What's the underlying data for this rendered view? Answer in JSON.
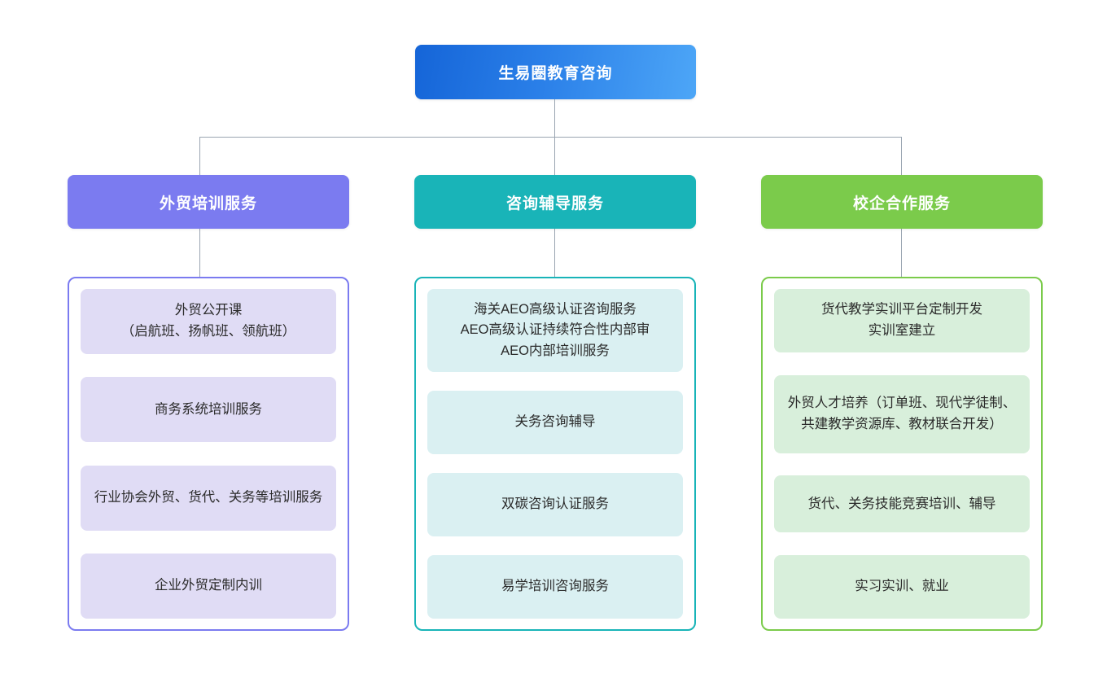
{
  "root": {
    "label": "生易圈教育咨询",
    "color": "#1565D8",
    "color_end": "#4DA6F7"
  },
  "columns": [
    {
      "header": "外贸培训服务",
      "header_color": "#7B7BF0",
      "border_color": "#7B7BF0",
      "card_color": "#E0DCF5",
      "items": [
        "外贸公开课\n（启航班、扬帆班、领航班）",
        "商务系统培训服务",
        "行业协会外贸、货代、关务等培训服务",
        "企业外贸定制内训"
      ]
    },
    {
      "header": "咨询辅导服务",
      "header_color": "#19B4B8",
      "border_color": "#19B4B8",
      "card_color": "#DAF0F2",
      "items": [
        "海关AEO高级认证咨询服务\nAEO高级认证持续符合性内部审\nAEO内部培训服务",
        "关务咨询辅导",
        "双碳咨询认证服务",
        "易学培训咨询服务"
      ]
    },
    {
      "header": "校企合作服务",
      "header_color": "#7BCB4B",
      "border_color": "#7BCB4B",
      "card_color": "#D8EFDB",
      "items": [
        "货代教学实训平台定制开发\n实训室建立",
        "外贸人才培养（订单班、现代学徒制、共建教学资源库、教材联合开发）",
        "货代、关务技能竞赛培训、辅导",
        "实习实训、就业"
      ]
    }
  ],
  "connector_color": "#9aa5b1"
}
